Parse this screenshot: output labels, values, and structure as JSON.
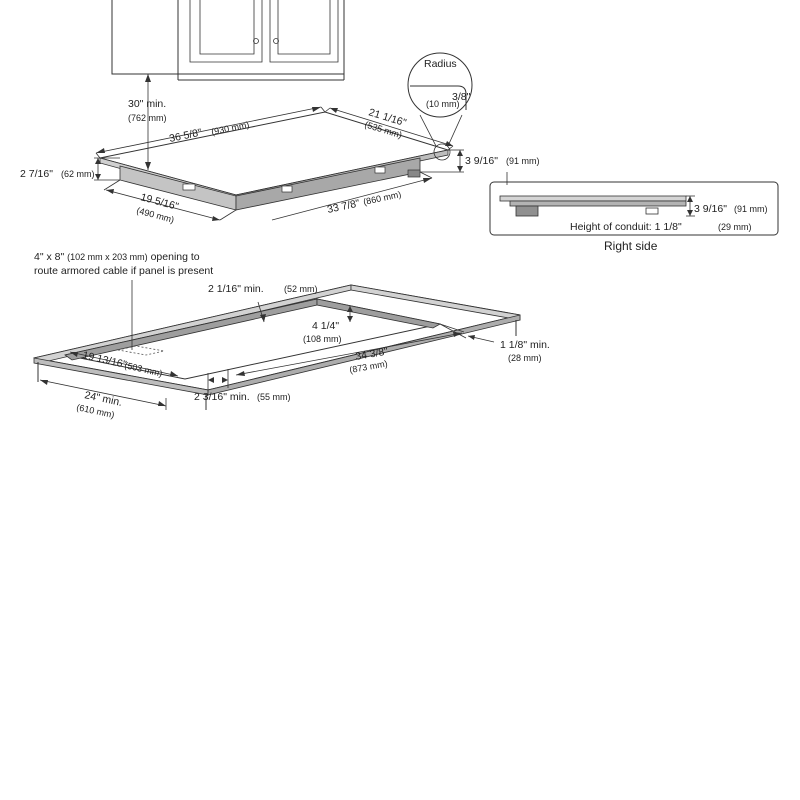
{
  "cooktop": {
    "cabinet_clearance": "30\" min.",
    "cabinet_clearance_mm": "(762 mm)",
    "width": "36 5/8\"",
    "width_mm": "(930 mm)",
    "depth": "21 1/16\"",
    "depth_mm": "(535 mm)",
    "thickness": "3 9/16\"",
    "thickness_mm": "(91 mm)",
    "edge_height": "2 7/16\"",
    "edge_height_mm": "(62 mm)",
    "box_depth": "19 5/16\"",
    "box_depth_mm": "(490 mm)",
    "box_width": "33 7/8\"",
    "box_width_mm": "(860 mm)",
    "radius_label": "Radius",
    "radius_value": "3/8\"",
    "radius_mm": "(10 mm)"
  },
  "right_side": {
    "thickness": "3 9/16\"",
    "thickness_mm": "(91 mm)",
    "conduit_label": "Height of conduit: 1 1/8\"",
    "conduit_mm": "(29 mm)",
    "caption": "Right side"
  },
  "cutout": {
    "opening_note_line1": "4\" x 8\"",
    "opening_note_mm": "(102 mm x 203 mm)",
    "opening_note_line1b": "opening to",
    "opening_note_line2": "route armored cable if panel is present",
    "back_min": "2 1/16\" min.",
    "back_min_mm": "(52 mm)",
    "height_depth": "4 1/4\"",
    "height_depth_mm": "(108 mm)",
    "side_min": "1 1/8\" min.",
    "side_min_mm": "(28 mm)",
    "cutout_width": "34 3/8\"",
    "cutout_width_mm": "(873 mm)",
    "cutout_depth": "19 13/16\"",
    "cutout_depth_mm": "(503 mm)",
    "front_min": "2 3/16\" min.",
    "front_min_mm": "(55 mm)",
    "counter_depth": "24\" min.",
    "counter_depth_mm": "(610 mm)"
  }
}
